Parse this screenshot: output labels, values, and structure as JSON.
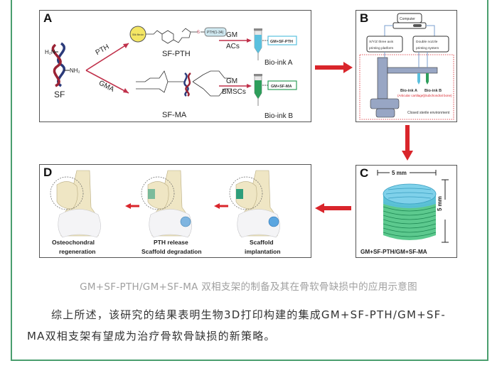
{
  "figure": {
    "panel_a": {
      "label": "A",
      "sf_label": "SF",
      "h2n": "H₂N",
      "nh2": "NH₂",
      "branch_top": "PTH",
      "branch_bottom": "GMA",
      "silk_fibroin": "Silk fibroin",
      "pth_tag": "PTH(1-34)",
      "sf_pth": "SF-PTH",
      "sf_ma": "SF-MA",
      "top_reagent_1": "GM",
      "top_reagent_2": "ACs",
      "bottom_reagent_1": "GM",
      "bottom_reagent_2": "BMSCs",
      "ink_a_box": "GM+SF-PTH",
      "ink_b_box": "GM+SF-MA",
      "bioink_a": "Bio-ink A",
      "bioink_b": "Bio-ink B"
    },
    "panel_b": {
      "label": "B",
      "computer": "Computer",
      "platform_1": "X/Y/Z three axis",
      "platform_2": "printing platform",
      "nozzle_1": "Double nozzle",
      "nozzle_2": "printing system",
      "ink_a": "Bio-ink A",
      "ink_a_sub": "(Articular cartilage)",
      "ink_b": "Bio-ink B",
      "ink_b_sub": "(Subchondral bone)",
      "environment": "Closed sterile environment"
    },
    "panel_c": {
      "label": "C",
      "width_dim": "5 mm",
      "height_dim": "5 mm",
      "caption": "GM+SF-PTH/GM+SF-MA"
    },
    "panel_d": {
      "label": "D",
      "stage_1_a": "Osteochondral",
      "stage_1_b": "regeneration",
      "stage_2_a": "PTH release",
      "stage_2_b": "Scaffold degradation",
      "stage_3_a": "Scaffold",
      "stage_3_b": "implantation"
    },
    "colors": {
      "arrow": "#d9252b",
      "ink_a": "#5bc0de",
      "ink_b": "#2e9e5b",
      "frame": "#4a9e6e"
    }
  },
  "caption": "GM+SF-PTH/GM+SF-MA 双相支架的制备及其在骨软骨缺损中的应用示意图",
  "paragraph": {
    "line1": "综上所述，该研究的结果表明生物3D打印构建的集成GM+SF-PTH/GM+SF-",
    "line2": "MA双相支架有望成为治疗骨软骨缺损的新策略。"
  }
}
